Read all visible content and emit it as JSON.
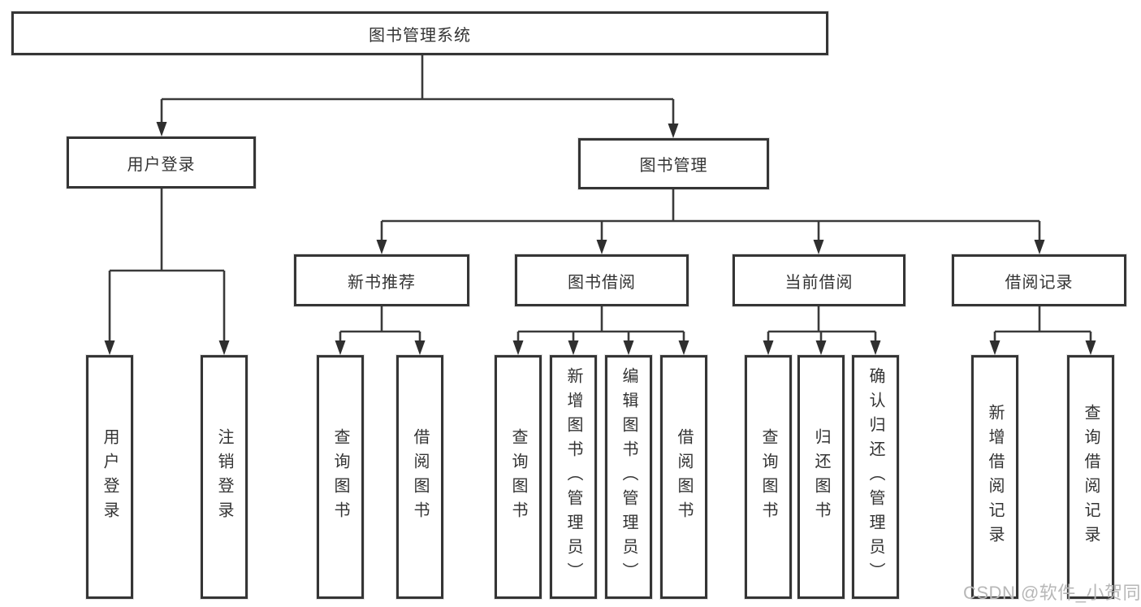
{
  "nodes": {
    "root": "图书管理系统",
    "user_login": "用户登录",
    "book_management": "图书管理",
    "new_book_recommend": "新书推荐",
    "book_borrow": "图书借阅",
    "current_borrow": "当前借阅",
    "borrow_record": "借阅记录",
    "leaf_user_login": "用户登录",
    "leaf_logout": "注销登录",
    "leaf_nbr_query": "查询图书",
    "leaf_nbr_borrow": "借阅图书",
    "leaf_bb_query": "查询图书",
    "leaf_bb_add": "新增图书（管理员）",
    "leaf_bb_edit": "编辑图书（管理员）",
    "leaf_bb_borrow": "借阅图书",
    "leaf_cb_query": "查询图书",
    "leaf_cb_return": "归还图书",
    "leaf_cb_confirm": "确认归还（管理员）",
    "leaf_br_add": "新增借阅记录",
    "leaf_br_query": "查询借阅记录"
  },
  "watermark": "CSDN @软件_小贺同学",
  "colors": {
    "line": "#3a3a3a",
    "arrow": "#2f2f2f",
    "text": "#333333",
    "watermark": "#b7b7b7",
    "background": "#ffffff"
  }
}
